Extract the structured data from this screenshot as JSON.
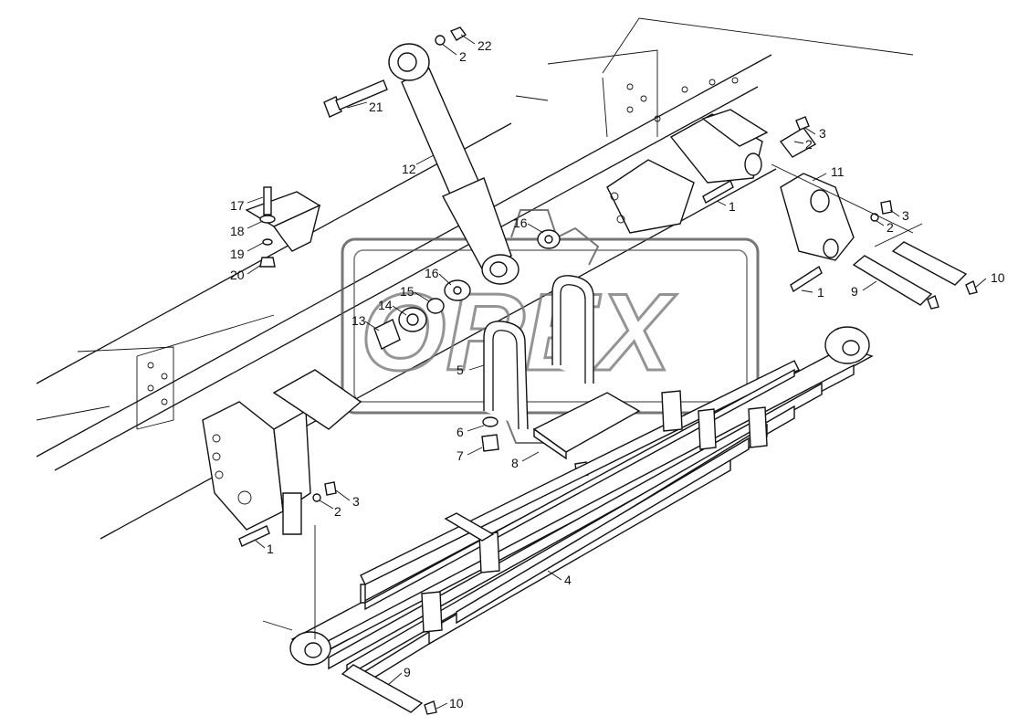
{
  "diagram": {
    "watermark_text": "OREX",
    "callouts": [
      {
        "id": "c22",
        "label": "22"
      },
      {
        "id": "c2a",
        "label": "2"
      },
      {
        "id": "c21",
        "label": "21"
      },
      {
        "id": "c12",
        "label": "12"
      },
      {
        "id": "c17",
        "label": "17"
      },
      {
        "id": "c18",
        "label": "18"
      },
      {
        "id": "c19",
        "label": "19"
      },
      {
        "id": "c20",
        "label": "20"
      },
      {
        "id": "c16a",
        "label": "16"
      },
      {
        "id": "c16b",
        "label": "16"
      },
      {
        "id": "c15",
        "label": "15"
      },
      {
        "id": "c14",
        "label": "14"
      },
      {
        "id": "c13",
        "label": "13"
      },
      {
        "id": "c5",
        "label": "5"
      },
      {
        "id": "c6",
        "label": "6"
      },
      {
        "id": "c7",
        "label": "7"
      },
      {
        "id": "c8",
        "label": "8"
      },
      {
        "id": "c1a",
        "label": "1"
      },
      {
        "id": "c3a",
        "label": "3"
      },
      {
        "id": "c2b",
        "label": "2"
      },
      {
        "id": "c11",
        "label": "11"
      },
      {
        "id": "c3b",
        "label": "3"
      },
      {
        "id": "c2c",
        "label": "2"
      },
      {
        "id": "c1b",
        "label": "1"
      },
      {
        "id": "c9a",
        "label": "9"
      },
      {
        "id": "c10a",
        "label": "10"
      },
      {
        "id": "c3c",
        "label": "3"
      },
      {
        "id": "c2d",
        "label": "2"
      },
      {
        "id": "c1c",
        "label": "1"
      },
      {
        "id": "c4",
        "label": "4"
      },
      {
        "id": "c9b",
        "label": "9"
      },
      {
        "id": "c10b",
        "label": "10"
      }
    ]
  }
}
